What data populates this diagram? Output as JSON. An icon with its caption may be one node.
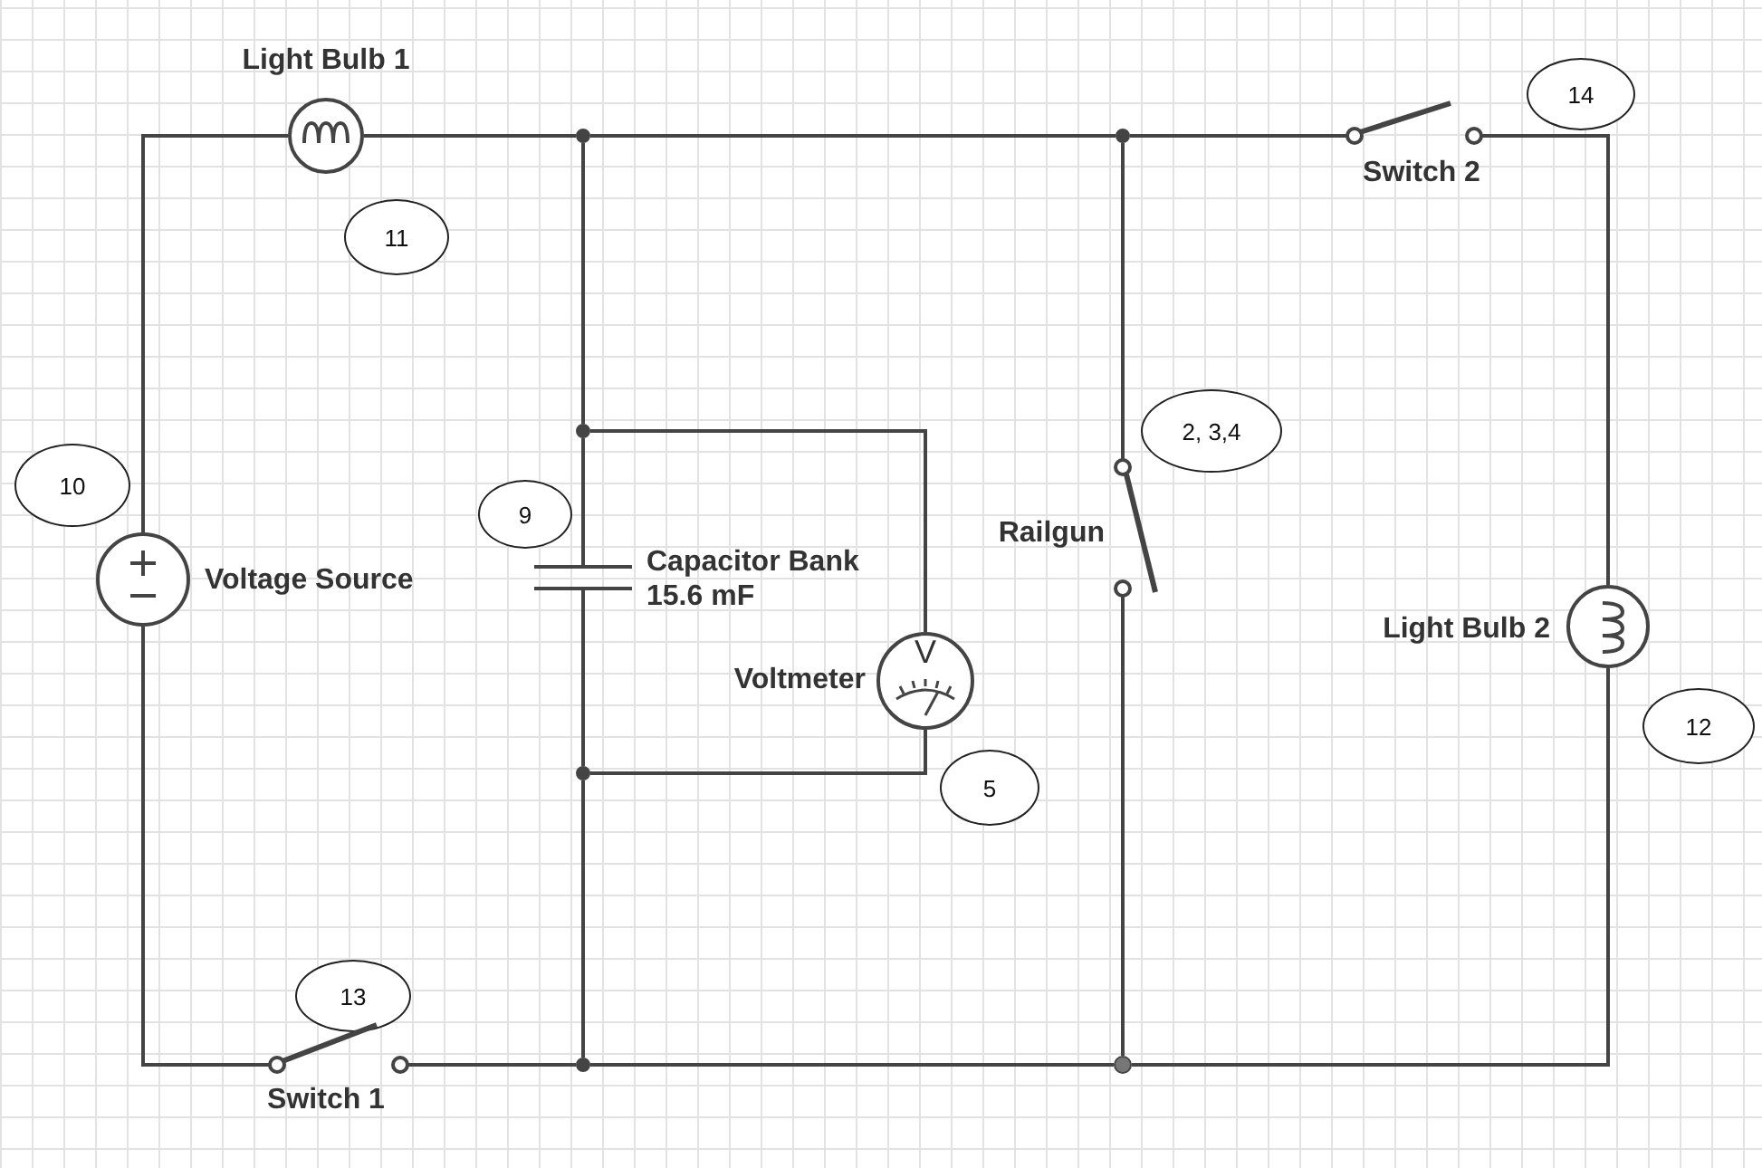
{
  "diagram": {
    "nodes": [
      {
        "text": [
          "Light Bulb 1"
        ]
      },
      {
        "text": [
          "11"
        ]
      },
      {
        "text": [
          "Switch 2"
        ]
      },
      {
        "text": [
          "14"
        ]
      },
      {
        "text": [
          "Railgun"
        ]
      },
      {
        "text": [
          "2, 3,4"
        ]
      },
      {
        "text": [
          "10"
        ]
      },
      {
        "text": [
          "Voltage Source"
        ]
      },
      {
        "text": [
          "9"
        ]
      },
      {
        "text": [
          "Capacitor Bank 15.6 mF"
        ]
      },
      {
        "text": [
          "V",
          "Voltmeter"
        ]
      },
      {
        "text": [
          "5"
        ]
      },
      {
        "text": [
          "Light Bulb 2"
        ]
      },
      {
        "text": [
          "12"
        ]
      },
      {
        "text": [
          "13"
        ]
      },
      {
        "text": [
          "Switch 1"
        ]
      },
      {
        "text": [],
        "shape": "circle"
      },
      {
        "text": [],
        "shape": "circle"
      },
      {
        "text": [],
        "shape": "circle"
      },
      {
        "text": [],
        "shape": "circle"
      },
      {
        "text": [],
        "shape": "circle"
      },
      {
        "text": [],
        "shape": "circle"
      }
    ],
    "edges": [
      {
        "from": 7,
        "to": 0,
        "arrow": "none"
      },
      {
        "from": 0,
        "to": 16,
        "arrow": "none"
      },
      {
        "from": 16,
        "to": 17,
        "arrow": "none"
      },
      {
        "from": 17,
        "to": 2,
        "arrow": "none"
      },
      {
        "from": 2,
        "to": 12,
        "arrow": "none"
      },
      {
        "from": 12,
        "to": 21,
        "arrow": "none"
      },
      {
        "from": 21,
        "to": 20,
        "arrow": "none"
      },
      {
        "from": 20,
        "to": 15,
        "arrow": "none"
      },
      {
        "from": 15,
        "to": 7,
        "arrow": "none"
      },
      {
        "from": 16,
        "to": 18,
        "arrow": "none"
      },
      {
        "from": 18,
        "to": 9,
        "arrow": "none"
      },
      {
        "from": 9,
        "to": 19,
        "arrow": "none"
      },
      {
        "from": 19,
        "to": 20,
        "arrow": "none"
      },
      {
        "from": 18,
        "to": 10,
        "arrow": "none"
      },
      {
        "from": 10,
        "to": 19,
        "arrow": "none"
      },
      {
        "from": 17,
        "to": 4,
        "arrow": "none"
      },
      {
        "from": 4,
        "to": 21,
        "arrow": "none"
      }
    ]
  }
}
